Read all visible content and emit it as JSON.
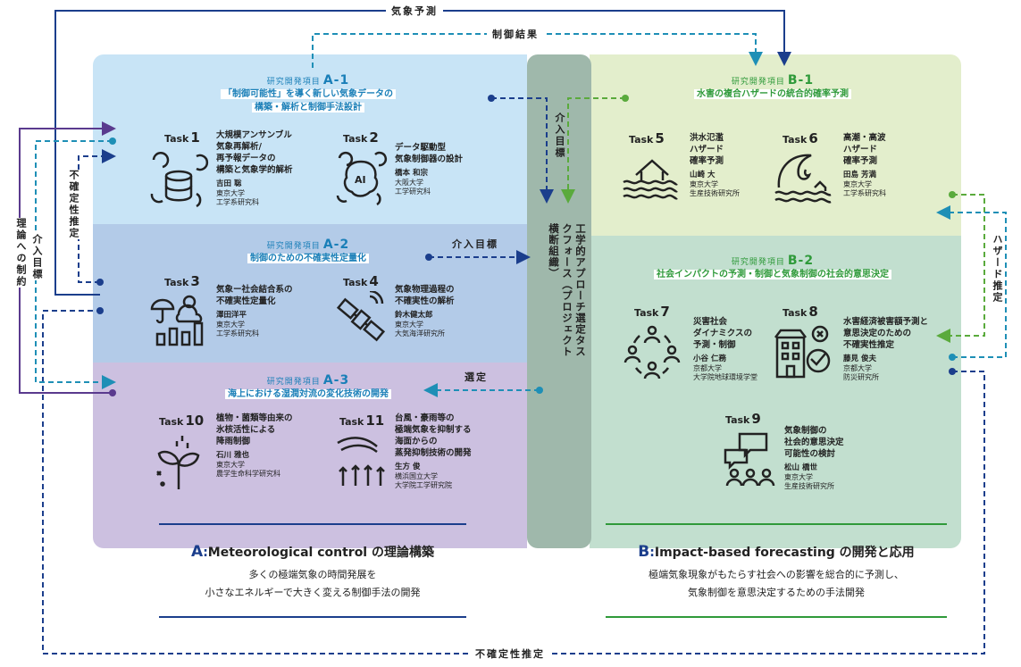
{
  "labels": {
    "kisho_yosoku": "気象予測",
    "seigyo_kekka": "制御結果",
    "kainyu_mokuhyo_top": "介入目標",
    "kainyu_mokuhyo_mid": "介入目標",
    "sentei": "選定",
    "futashikasei_left": "不確定性推定",
    "kainyu_mokuhyo_left": "介入目標",
    "riron_seiyaku": "理論への制約",
    "hazard_suitei": "ハザード推定",
    "futashikasei_bottom": "不確定性推定",
    "taskforce": "工学的アプローチ選定タスクフォース（プロジェクト横断組織）"
  },
  "projects": {
    "a1": {
      "label": "研究開発項目",
      "code": "A-1",
      "title1": "「制御可能性」を導く新しい気象データの",
      "title2": "構築・解析と制御手法設計"
    },
    "a2": {
      "label": "研究開発項目",
      "code": "A-2",
      "title1": "制御のための不確実性定量化"
    },
    "a3": {
      "label": "研究開発項目",
      "code": "A-3",
      "title1": "海上における湿潤対流の変化技術の開発"
    },
    "b1": {
      "label": "研究開発項目",
      "code": "B-1",
      "title1": "水害の複合ハザードの統合的確率予測"
    },
    "b2": {
      "label": "研究開発項目",
      "code": "B-2",
      "title1": "社会インパクトの予測・制御と気象制御の社会的意思決定"
    }
  },
  "tasks": {
    "t1": {
      "label": "Task",
      "num": "1",
      "title": [
        "大規模アンサンブル",
        "気象再解析/",
        "再予報データの",
        "構築と気象学的解析"
      ],
      "person": "吉田 聡",
      "affil": [
        "東京大学",
        "工学系研究科"
      ]
    },
    "t2": {
      "label": "Task",
      "num": "2",
      "title": [
        "データ駆動型",
        "気象制御器の設計"
      ],
      "person": "橋本 和宗",
      "affil": [
        "大阪大学",
        "工学研究科"
      ]
    },
    "t3": {
      "label": "Task",
      "num": "3",
      "title": [
        "気象ー社会結合系の",
        "不確実性定量化"
      ],
      "person": "澤田洋平",
      "affil": [
        "東京大学",
        "工学系研究科"
      ]
    },
    "t4": {
      "label": "Task",
      "num": "4",
      "title": [
        "気象物理過程の",
        "不確実性の解析"
      ],
      "person": "鈴木健太郎",
      "affil": [
        "東京大学",
        "大気海洋研究所"
      ]
    },
    "t5": {
      "label": "Task",
      "num": "5",
      "title": [
        "洪水氾濫",
        "ハザード",
        "確率予測"
      ],
      "person": "山崎 大",
      "affil": [
        "東京大学",
        "生産技術研究所"
      ]
    },
    "t6": {
      "label": "Task",
      "num": "6",
      "title": [
        "高潮・高波",
        "ハザード",
        "確率予測"
      ],
      "person": "田島 芳満",
      "affil": [
        "東京大学",
        "工学系研究科"
      ]
    },
    "t7": {
      "label": "Task",
      "num": "7",
      "title": [
        "災害社会",
        "ダイナミクスの",
        "予測・制御"
      ],
      "person": "小谷 仁務",
      "affil": [
        "京都大学",
        "大学院地球環境学堂"
      ]
    },
    "t8": {
      "label": "Task",
      "num": "8",
      "title": [
        "水害経済被害額予測と",
        "意思決定のための",
        "不確実性推定"
      ],
      "person": "藤見 俊夫",
      "affil": [
        "京都大学",
        "防災研究所"
      ]
    },
    "t9": {
      "label": "Task",
      "num": "9",
      "title": [
        "気象制御の",
        "社会的意思決定",
        "可能性の検討"
      ],
      "person": "松山 橋世",
      "affil": [
        "東京大学",
        "生産技術研究所"
      ]
    },
    "t10": {
      "label": "Task",
      "num": "10",
      "title": [
        "植物・菌類等由来の",
        "氷核活性による",
        "降雨制御"
      ],
      "person": "石川 雅也",
      "affil": [
        "東京大学",
        "農学生命科学研究科"
      ]
    },
    "t11": {
      "label": "Task",
      "num": "11",
      "title": [
        "台風・豪雨等の",
        "極端気象を抑制する",
        "海面からの",
        "蒸発抑制技術の開発"
      ],
      "person": "生方 俊",
      "affil": [
        "横浜国立大学",
        "大学院工学研究院"
      ]
    }
  },
  "bottom": {
    "a": {
      "letter": "A",
      "title": "Meteorological control の理論構築",
      "desc1": "多くの極端気象の時間発展を",
      "desc2": "小さなエネルギーで大きく変える制御手法の開発"
    },
    "b": {
      "letter": "B",
      "title": "Impact-based forecasting の開発と応用",
      "desc1": "極端気象現象がもたらす社会への影響を総合的に予測し、",
      "desc2": "気象制御を意思決定するための手法開発"
    }
  },
  "colors": {
    "a1": "#c8e4f6",
    "a2": "#b3cbe8",
    "a3": "#ccc0e0",
    "b1": "#e3eecc",
    "b2": "#c2dfcf",
    "taskforce": "#9fb8ab",
    "navy": "#1b3e8c",
    "teal": "#1e8fb6",
    "green": "#5aaa3c",
    "purple": "#5a3a8e"
  },
  "icons": {
    "t1": "database-cycle-icon",
    "t2": "ai-brain-icon",
    "t3": "weather-chart-icon",
    "t4": "satellite-icon",
    "t5": "flood-house-icon",
    "t6": "tsunami-wave-icon",
    "t7": "people-network-icon",
    "t8": "building-damage-icon",
    "t9": "discussion-people-icon",
    "t10": "plant-sprout-icon",
    "t11": "evaporation-icon"
  }
}
